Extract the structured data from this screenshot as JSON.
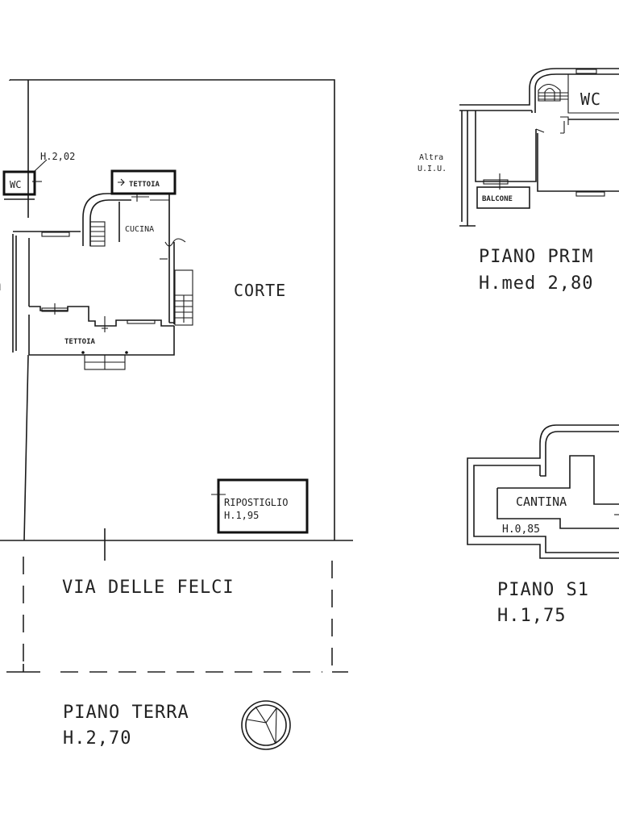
{
  "document": {
    "type": "floor-plan",
    "background_color": "#ffffff",
    "line_color": "#1a1a1a"
  },
  "piano_terra": {
    "title": "PIANO TERRA",
    "height": "H.2,70",
    "rooms": {
      "wc": "WC",
      "wc_height": "H.2,02",
      "tettoia_top": "TETTOIA",
      "cucina": "CUCINA",
      "tettoia_bottom": "TETTOIA",
      "corte": "CORTE",
      "ripostiglio": "RIPOSTIGLIO",
      "ripostiglio_height": "H.1,95",
      "left_partial": "a"
    },
    "street": "VIA DELLE FELCI",
    "north_arrow": "north-arrow-symbol"
  },
  "piano_primo": {
    "title": "PIANO PRIM",
    "height": "H.med 2,80",
    "rooms": {
      "wc": "WC",
      "balcone": "BALCONE",
      "altra_line1": "Altra",
      "altra_line2": "U.I.U."
    }
  },
  "piano_s1": {
    "title": "PIANO S1",
    "height": "H.1,75",
    "rooms": {
      "cantina": "CANTINA",
      "cantina_height": "H.0,85"
    }
  }
}
